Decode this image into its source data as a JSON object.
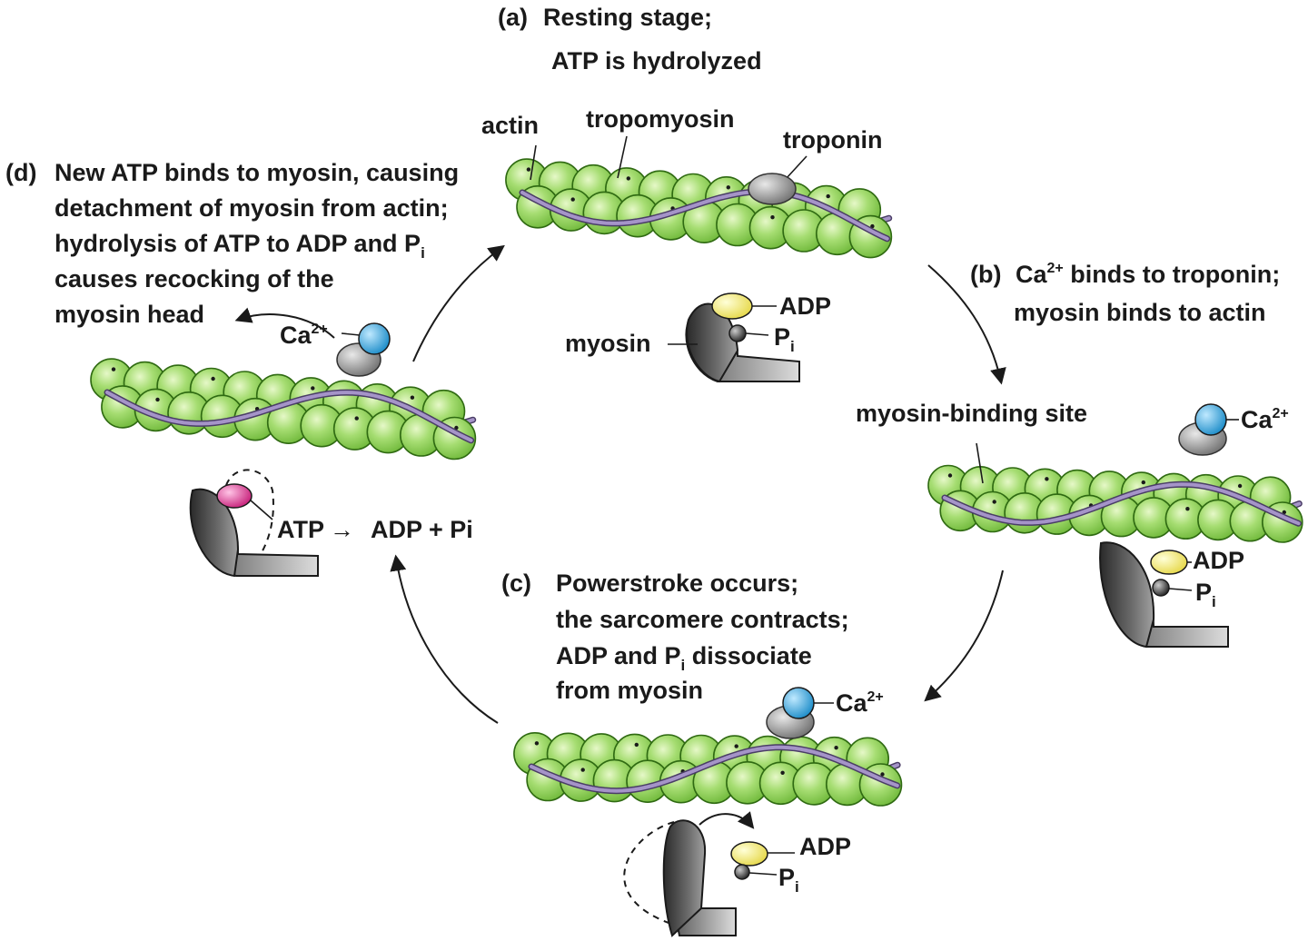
{
  "stages": {
    "a": {
      "letter": "(a)",
      "line1": "Resting stage;",
      "line2": "ATP is hydrolyzed"
    },
    "b": {
      "letter": "(b)",
      "line1_pre": "Ca",
      "line1_sup": "2+",
      "line1_post": " binds to troponin;",
      "line2": "myosin binds to actin"
    },
    "c": {
      "letter": "(c)",
      "line1": "Powerstroke occurs;",
      "line2": "the sarcomere contracts;",
      "line3_pre": "ADP and P",
      "line3_sub": "i",
      "line3_post": " dissociate",
      "line4": "from myosin"
    },
    "d": {
      "letter": "(d)",
      "line1": "New ATP binds to myosin, causing",
      "line2": "detachment of myosin from actin;",
      "line3_pre": "hydrolysis of ATP to ADP and P",
      "line3_sub": "i",
      "line4": "causes recocking of the",
      "line5": "myosin head"
    }
  },
  "labels": {
    "actin": "actin",
    "tropomyosin": "tropomyosin",
    "troponin": "troponin",
    "myosin": "myosin",
    "myosin_binding_site": "myosin-binding site",
    "adp": "ADP",
    "p": "P",
    "p_sub": "i",
    "ca": "Ca",
    "ca_sup": "2+",
    "atp": "ATP",
    "reaction_arrow": "→",
    "adp_pi": "ADP + Pi"
  },
  "colors": {
    "actin_fill": "#8fd15a",
    "actin_stroke": "#2f6a12",
    "tropomyosin": "#8a78b6",
    "troponin": "#9a9a9a",
    "myosin": "#555555",
    "calcium": "#2ea3dc",
    "adp": "#f2ec6a",
    "phosphate": "#333333",
    "atp": "#d9338c"
  }
}
